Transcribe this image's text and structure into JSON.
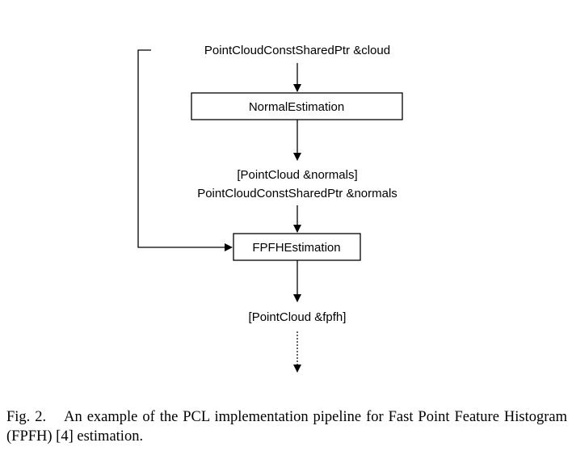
{
  "diagram": {
    "input_label": "PointCloudConstSharedPtr &cloud",
    "normal_box": "NormalEstimation",
    "normals_line1": "[PointCloud &normals]",
    "normals_line2": "PointCloudConstSharedPtr &normals",
    "fpfh_box": "FPFHEstimation",
    "output_label": "[PointCloud &fpfh]"
  },
  "caption": {
    "figure_number": "Fig. 2.",
    "text": "An example of the PCL implementation pipeline for Fast Point Feature Histogram (FPFH) [4] estimation."
  }
}
